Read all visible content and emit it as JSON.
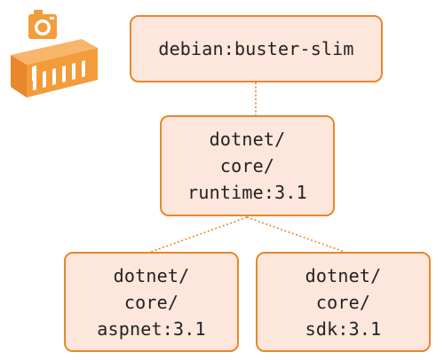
{
  "diagram": {
    "nodes": [
      {
        "id": "base",
        "label": "debian:buster-slim"
      },
      {
        "id": "runtime",
        "label": "dotnet/\ncore/\nruntime:3.1"
      },
      {
        "id": "aspnet",
        "label": "dotnet/\ncore/\naspnet:3.1"
      },
      {
        "id": "sdk",
        "label": "dotnet/\ncore/\nsdk:3.1"
      }
    ],
    "edges": [
      {
        "from": "base",
        "to": "runtime",
        "style": "dotted"
      },
      {
        "from": "runtime",
        "to": "aspnet",
        "style": "dotted"
      },
      {
        "from": "runtime",
        "to": "sdk",
        "style": "dotted"
      }
    ]
  },
  "logo": {
    "icon": "camera-container-icon"
  },
  "colors": {
    "accent": "#e8872d",
    "node_fill": "#fde6db",
    "text": "#222222",
    "connector": "#e8872d"
  }
}
